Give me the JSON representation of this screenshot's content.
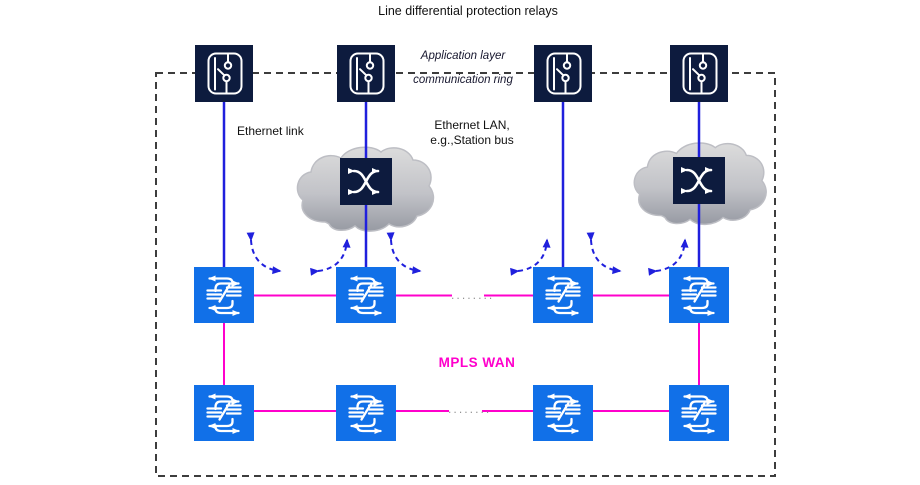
{
  "title": "Line differential protection relays",
  "annotations": {
    "app_layer_line1": "Application layer",
    "app_layer_line2": "communication ring",
    "ethernet_link": "Ethernet link",
    "ethernet_lan_line1": "Ethernet LAN,",
    "ethernet_lan_line2": "e.g.,Station bus",
    "mpls_wan": "MPLS WAN",
    "ellipsis_top": "........",
    "ellipsis_bottom": "........"
  },
  "icons": {
    "relay": "protection-relay-icon",
    "ethernet_switch": "ethernet-switch-icon",
    "mpls_router": "mpls-router-icon",
    "cloud": "lan-cloud-shape"
  },
  "colors": {
    "relay_box": "#0d1b3e",
    "router_box": "#1170e8",
    "mpls_magenta": "#ff00cc",
    "ethernet_blue": "#2020dd",
    "arrow_blue": "#2020dd",
    "boundary_gray": "#3d3d3d",
    "cloud_light": "#dcdcdc",
    "cloud_dark": "#979aa3",
    "ellipsis_gray": "#909090"
  },
  "topology": {
    "relay_count": 4,
    "lan_cloud_count": 2,
    "mpls_router_rows": 2,
    "mpls_routers_per_row": 4
  }
}
